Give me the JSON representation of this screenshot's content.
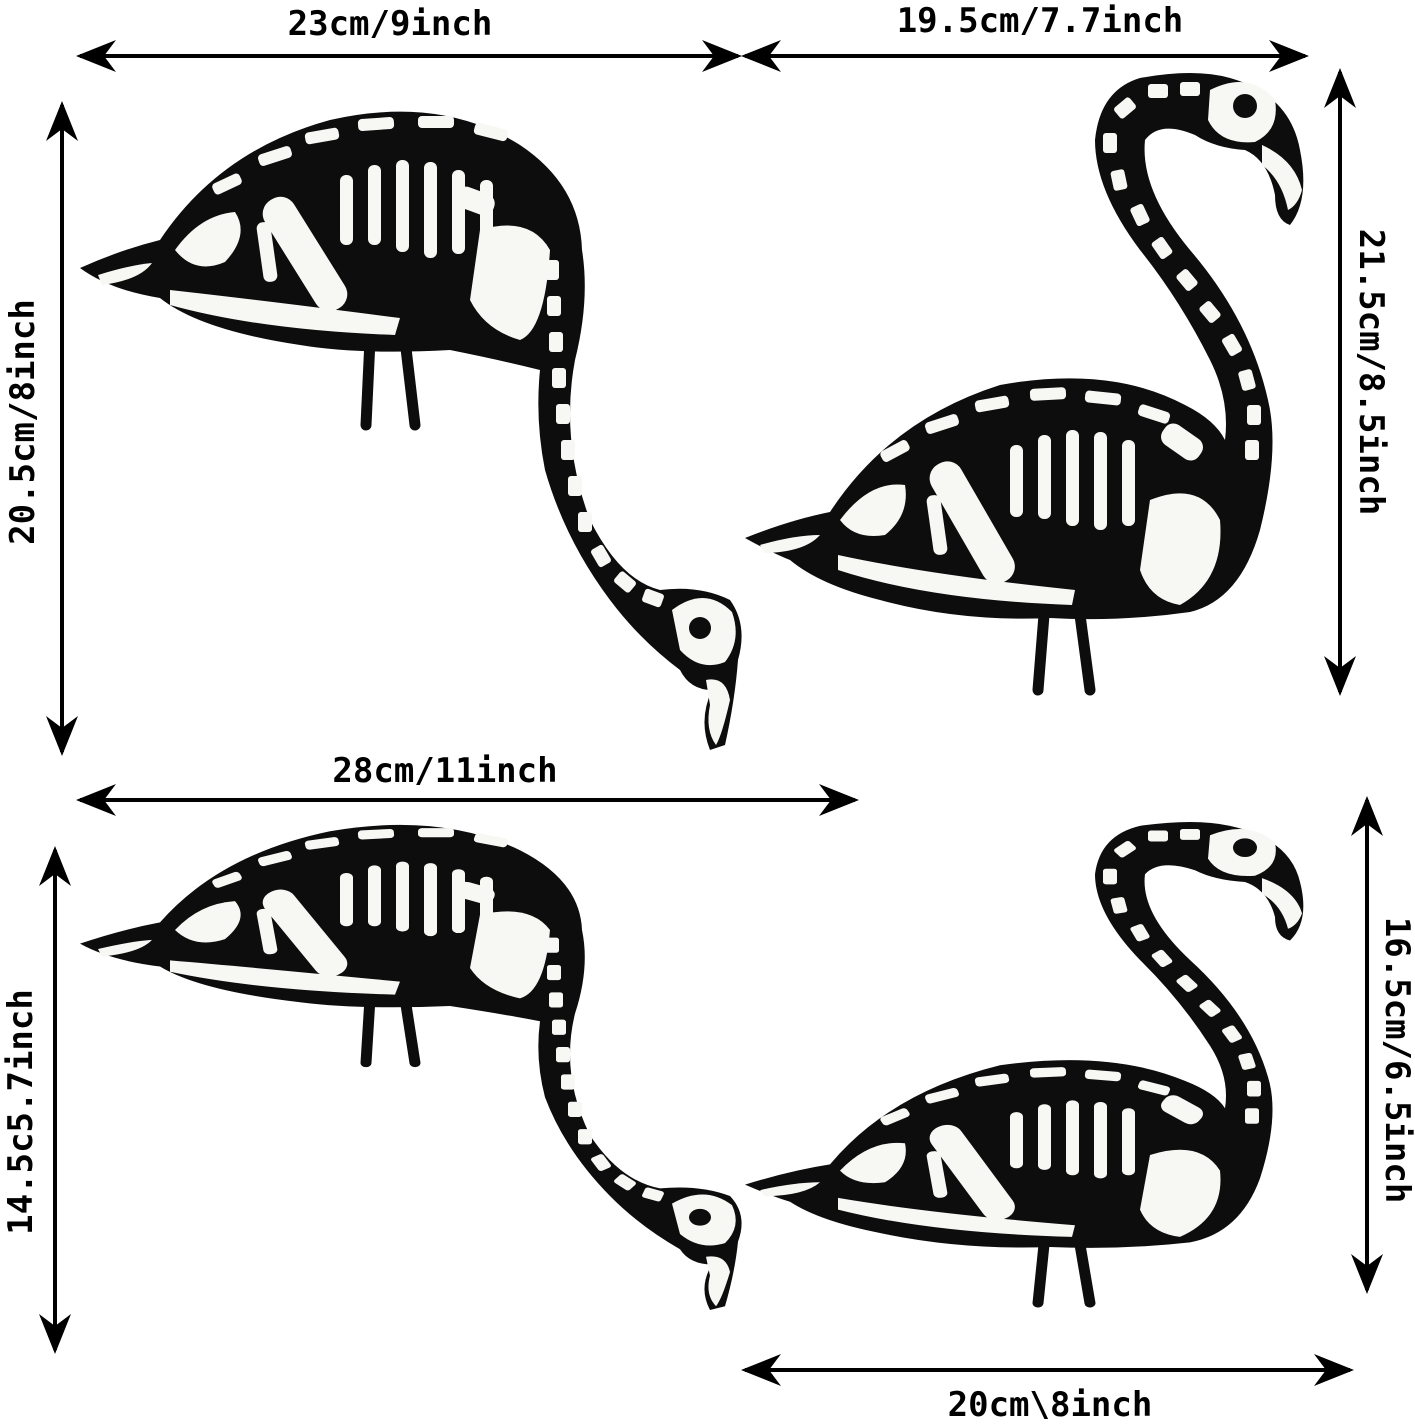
{
  "dimensions": {
    "top_left_width": "23cm/9inch",
    "top_right_width": "19.5cm/7.7inch",
    "top_left_height": "20.5cm/8inch",
    "top_right_height": "21.5cm/8.5inch",
    "bottom_left_width": "28cm/11inch",
    "bottom_left_height": "14.5c5.7inch",
    "bottom_right_height": "16.5cm/6.5inch",
    "bottom_right_width": "20cm\\8inch"
  },
  "figures": [
    {
      "id": "flamingo-top-left",
      "pose": "head-down",
      "icon": "skeleton-flamingo-icon"
    },
    {
      "id": "flamingo-top-right",
      "pose": "head-up",
      "icon": "skeleton-flamingo-icon"
    },
    {
      "id": "flamingo-bottom-left",
      "pose": "head-down",
      "icon": "skeleton-flamingo-icon"
    },
    {
      "id": "flamingo-bottom-right",
      "pose": "head-up",
      "icon": "skeleton-flamingo-icon"
    }
  ],
  "colors": {
    "ink": "#0d0d0d",
    "bone": "#f7f7f4",
    "background": "#ffffff"
  }
}
